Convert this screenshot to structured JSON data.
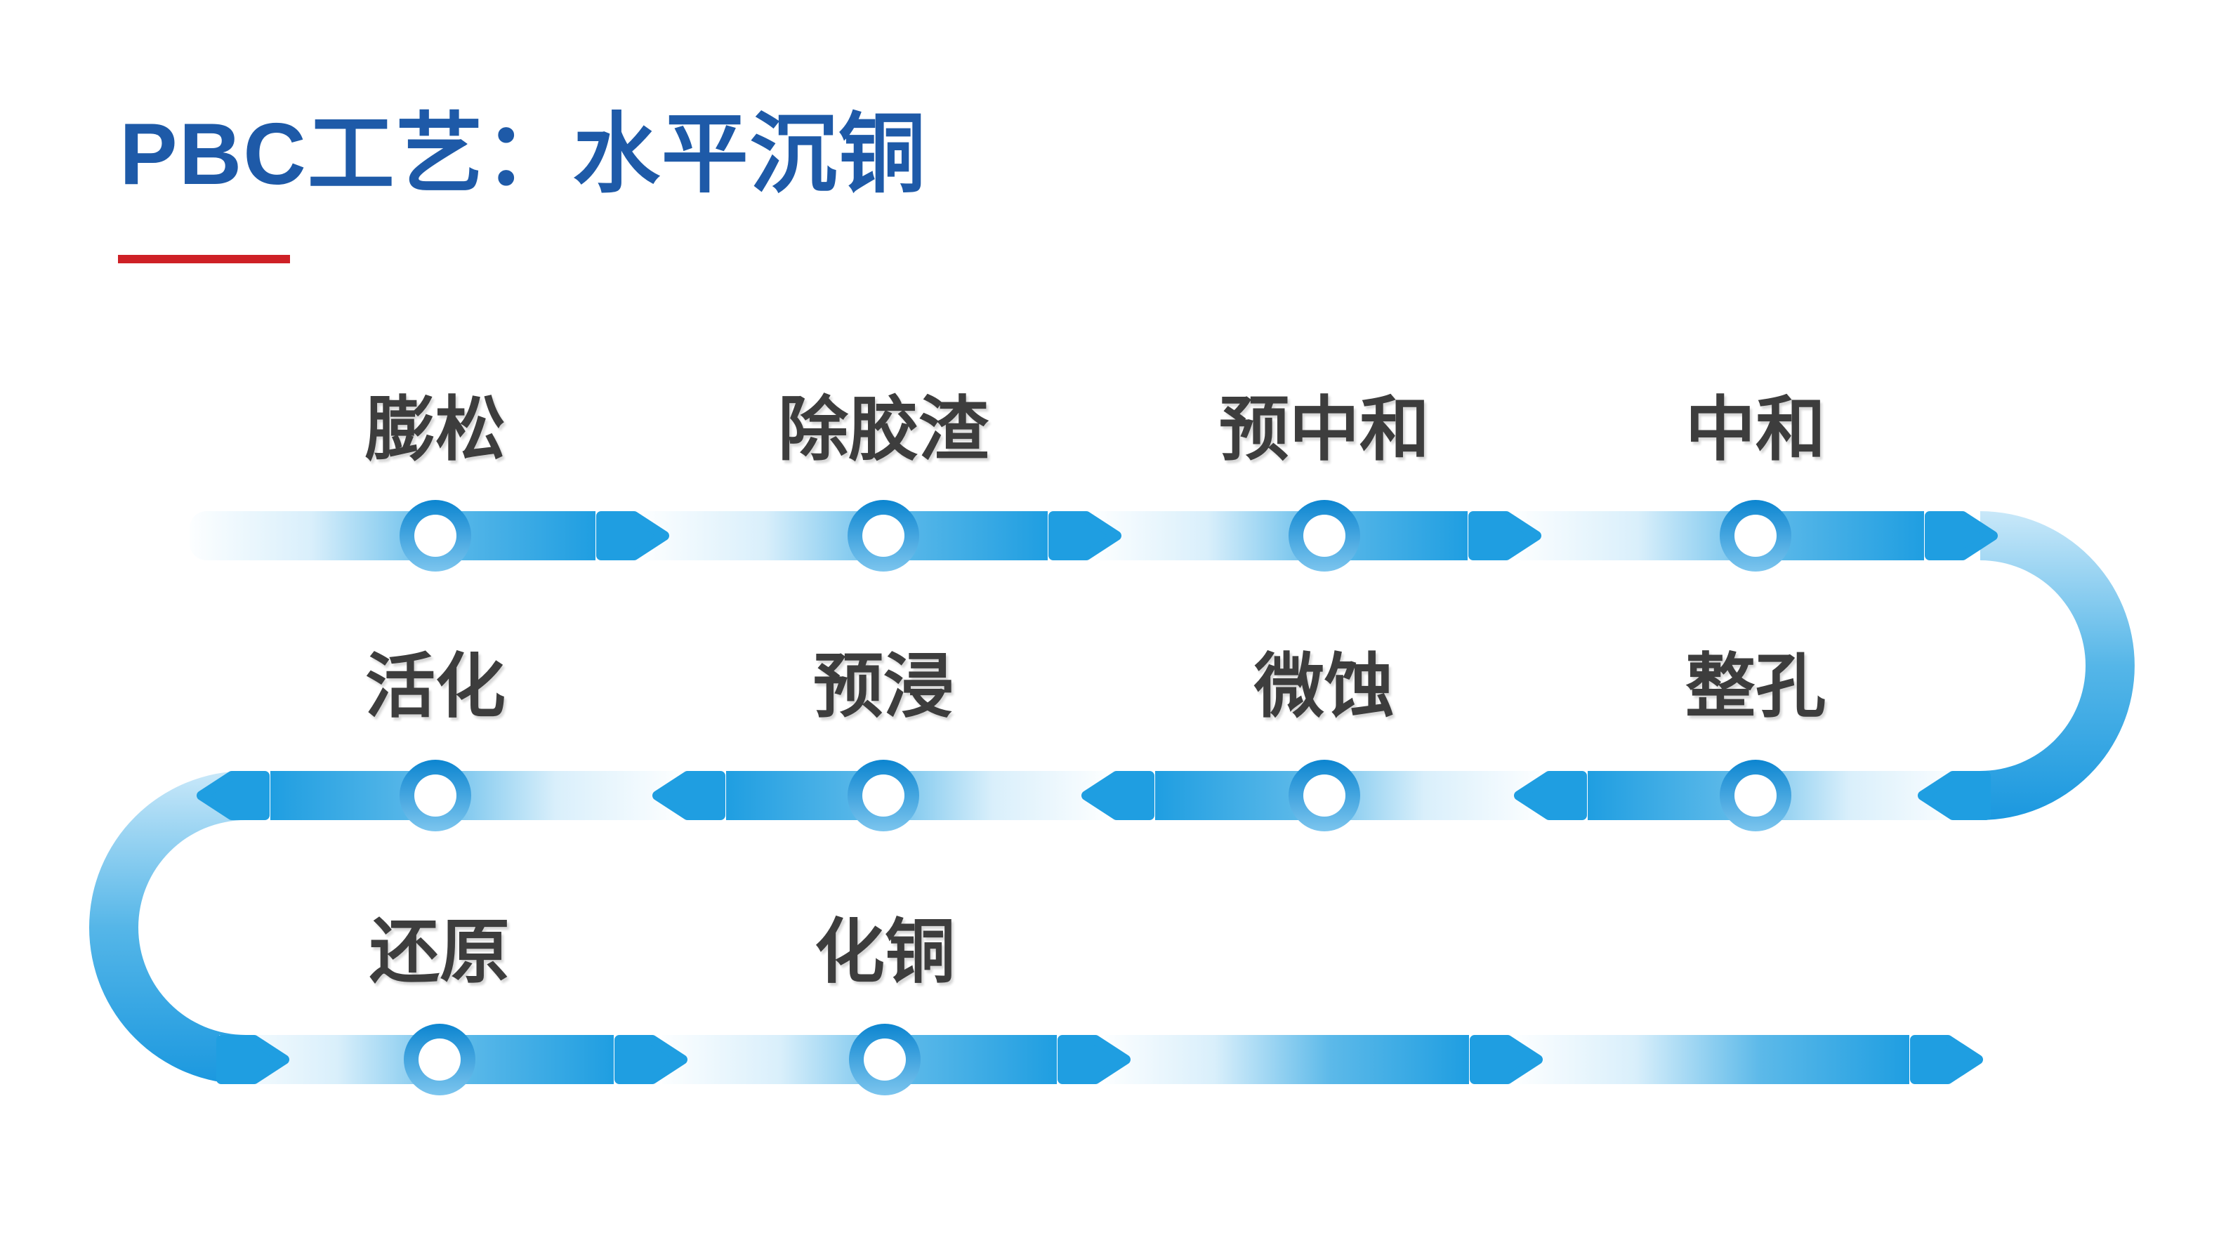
{
  "title": "PBC工艺：水平沉铜",
  "colors": {
    "title_blue": "#1e5aa8",
    "underline_red": "#ce2026",
    "label_gray": "#3d3d3d",
    "band_solid_blue": "#1f9ee1",
    "band_light": "#fcfeff",
    "band_mid": "#5cb9e9",
    "curve_light": "#c9e8f9",
    "curve_dark": "#1b98df",
    "ring_dark_blue": "#0c85d0",
    "ring_light_blue": "#7cc5ee",
    "node_center": "#ffffff",
    "background": "#ffffff"
  },
  "flow": {
    "type": "serpentine-process-flow",
    "rows": [
      {
        "flow_direction": "left-to-right",
        "steps": [
          {
            "label": "膨松"
          },
          {
            "label": "除胶渣"
          },
          {
            "label": "预中和"
          },
          {
            "label": "中和"
          }
        ]
      },
      {
        "flow_direction": "right-to-left",
        "steps": [
          {
            "label": "整孔"
          },
          {
            "label": "微蚀"
          },
          {
            "label": "预浸"
          },
          {
            "label": "活化"
          }
        ]
      },
      {
        "flow_direction": "left-to-right",
        "steps": [
          {
            "label": "还原"
          },
          {
            "label": "化铜"
          }
        ],
        "trailing_unlabeled_segments": 2
      }
    ],
    "process_order": [
      "膨松",
      "除胶渣",
      "预中和",
      "中和",
      "整孔",
      "微蚀",
      "预浸",
      "活化",
      "还原",
      "化铜"
    ]
  }
}
